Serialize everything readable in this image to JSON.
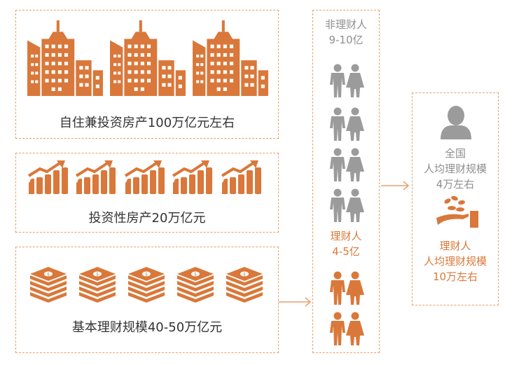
{
  "colors": {
    "accent": "#d9783a",
    "gray": "#9b9b9b",
    "border": "#e8a06c"
  },
  "left": {
    "box1": {
      "icon": "building-icon",
      "count": 3,
      "label": "自住兼投资房产100万亿元左右"
    },
    "box2": {
      "icon": "growth-chart-icon",
      "count": 5,
      "label": "投资性房产20万亿元"
    },
    "box3": {
      "icon": "money-stack-icon",
      "count": 5,
      "label": "基本理财规模40-50万亿元"
    }
  },
  "middle": {
    "non_investor_title": "非理财人",
    "non_investor_count": "9-10亿",
    "investor_title": "理财人",
    "investor_count": "4-5亿",
    "icon": "couple-icon"
  },
  "right": {
    "national_line1": "全国",
    "national_line2": "人均理财规模",
    "national_line3": "4万左右",
    "investor_line1": "理财人",
    "investor_line2": "人均理财规模",
    "investor_line3": "10万左右",
    "person_icon": "person-silhouette-icon",
    "hand_icon": "hand-coins-icon"
  }
}
